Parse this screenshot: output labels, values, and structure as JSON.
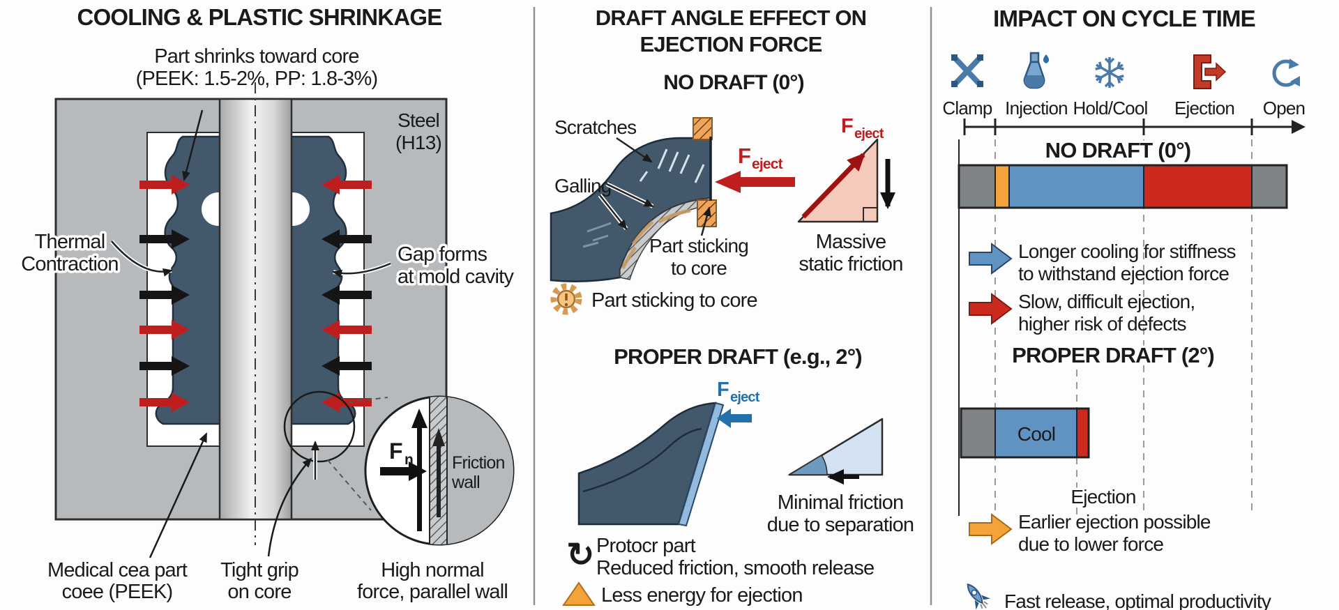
{
  "palette": {
    "navy": "#44586c",
    "mold": "#b6babd",
    "red": "#bf1e1e",
    "darkred": "#9e1212",
    "blue": "#2271ad",
    "lightblue": "#93badd",
    "orange": "#f2a33c",
    "steelblue": "#4a7aaa",
    "barblue": "#6093c2",
    "barred": "#cd2a1f",
    "bargray": "#7e8386",
    "salmon": "#f5cabb",
    "tri_blue": "#d3e2f0",
    "ink": "#1a1a1a"
  },
  "left": {
    "title": "COOLING & PLASTIC SHRINKAGE",
    "caption": [
      "Part shrinks toward core",
      "(PEEK: 1.5-2%, PP: 1.8-3%)"
    ],
    "steel": [
      "Steel",
      "(H13)"
    ],
    "thermal": [
      "Thermal",
      "Contraction"
    ],
    "gap": [
      "Gap forms",
      "at mold cavity"
    ],
    "medical": [
      "Medical cea part",
      "coee (PEEK)"
    ],
    "tight": [
      "Tight grip",
      "on core"
    ],
    "high": [
      "High normal",
      "force, parallel wall"
    ],
    "fn": "F",
    "fn_sub": "n",
    "friction": [
      "Friction",
      "wall"
    ]
  },
  "middle": {
    "title": [
      "DRAFT ANGLE EFFECT ON",
      "EJECTION FORCE"
    ],
    "no_draft_heading": "NO DRAFT (0°)",
    "scratches": "Scratches",
    "galling": "Galling",
    "part_sticking": [
      "Part sticking",
      "to core"
    ],
    "part_sticking_bullet": "Part sticking to core",
    "f": "F",
    "f_sub": "eject",
    "massive": [
      "Massive",
      "static friction"
    ],
    "proper_heading": "PROPER DRAFT (e.g., 2°)",
    "minimal": [
      "Minimal friction",
      "due to separation"
    ],
    "protect_bullet": [
      "Protocr part",
      "Reduced friction, smooth release"
    ],
    "less_energy_bullet": "Less energy for ejection"
  },
  "right": {
    "title": "IMPACT ON CYCLE TIME",
    "phases": [
      "Clamp",
      "Injection",
      "Hold/Cool",
      "Ejection",
      "Open"
    ],
    "no_draft_heading": "NO DRAFT (0°)",
    "bullet_cooling": [
      "Longer cooling for stiffness",
      "to withstand ejection force"
    ],
    "bullet_ejection": [
      "Slow, difficult ejection,",
      "higher risk of defects"
    ],
    "proper_heading": "PROPER DRAFT (2°)",
    "cool_label": "Cool",
    "ejection_label": "Ejection",
    "bullet_earlier": [
      "Earlier ejection possible",
      "due to lower force"
    ],
    "bullet_fast": "Fast release, optimal productivity",
    "cycle_bars": {
      "no_draft": [
        {
          "phase": "Clamp",
          "color": "#7e8386",
          "w": 52
        },
        {
          "phase": "Injection",
          "color": "#f2a33c",
          "w": 20
        },
        {
          "phase": "Hold/Cool",
          "color": "#6093c2",
          "w": 193
        },
        {
          "phase": "Ejection",
          "color": "#cd2a1f",
          "w": 155
        },
        {
          "phase": "Open",
          "color": "#7e8386",
          "w": 50
        }
      ],
      "proper_draft": [
        {
          "phase": "Clamp",
          "color": "#7e8386",
          "w": 49
        },
        {
          "phase": "Cool",
          "color": "#6093c2",
          "w": 117
        },
        {
          "phase": "Ejection",
          "color": "#cd2a1f",
          "w": 17
        }
      ]
    }
  }
}
